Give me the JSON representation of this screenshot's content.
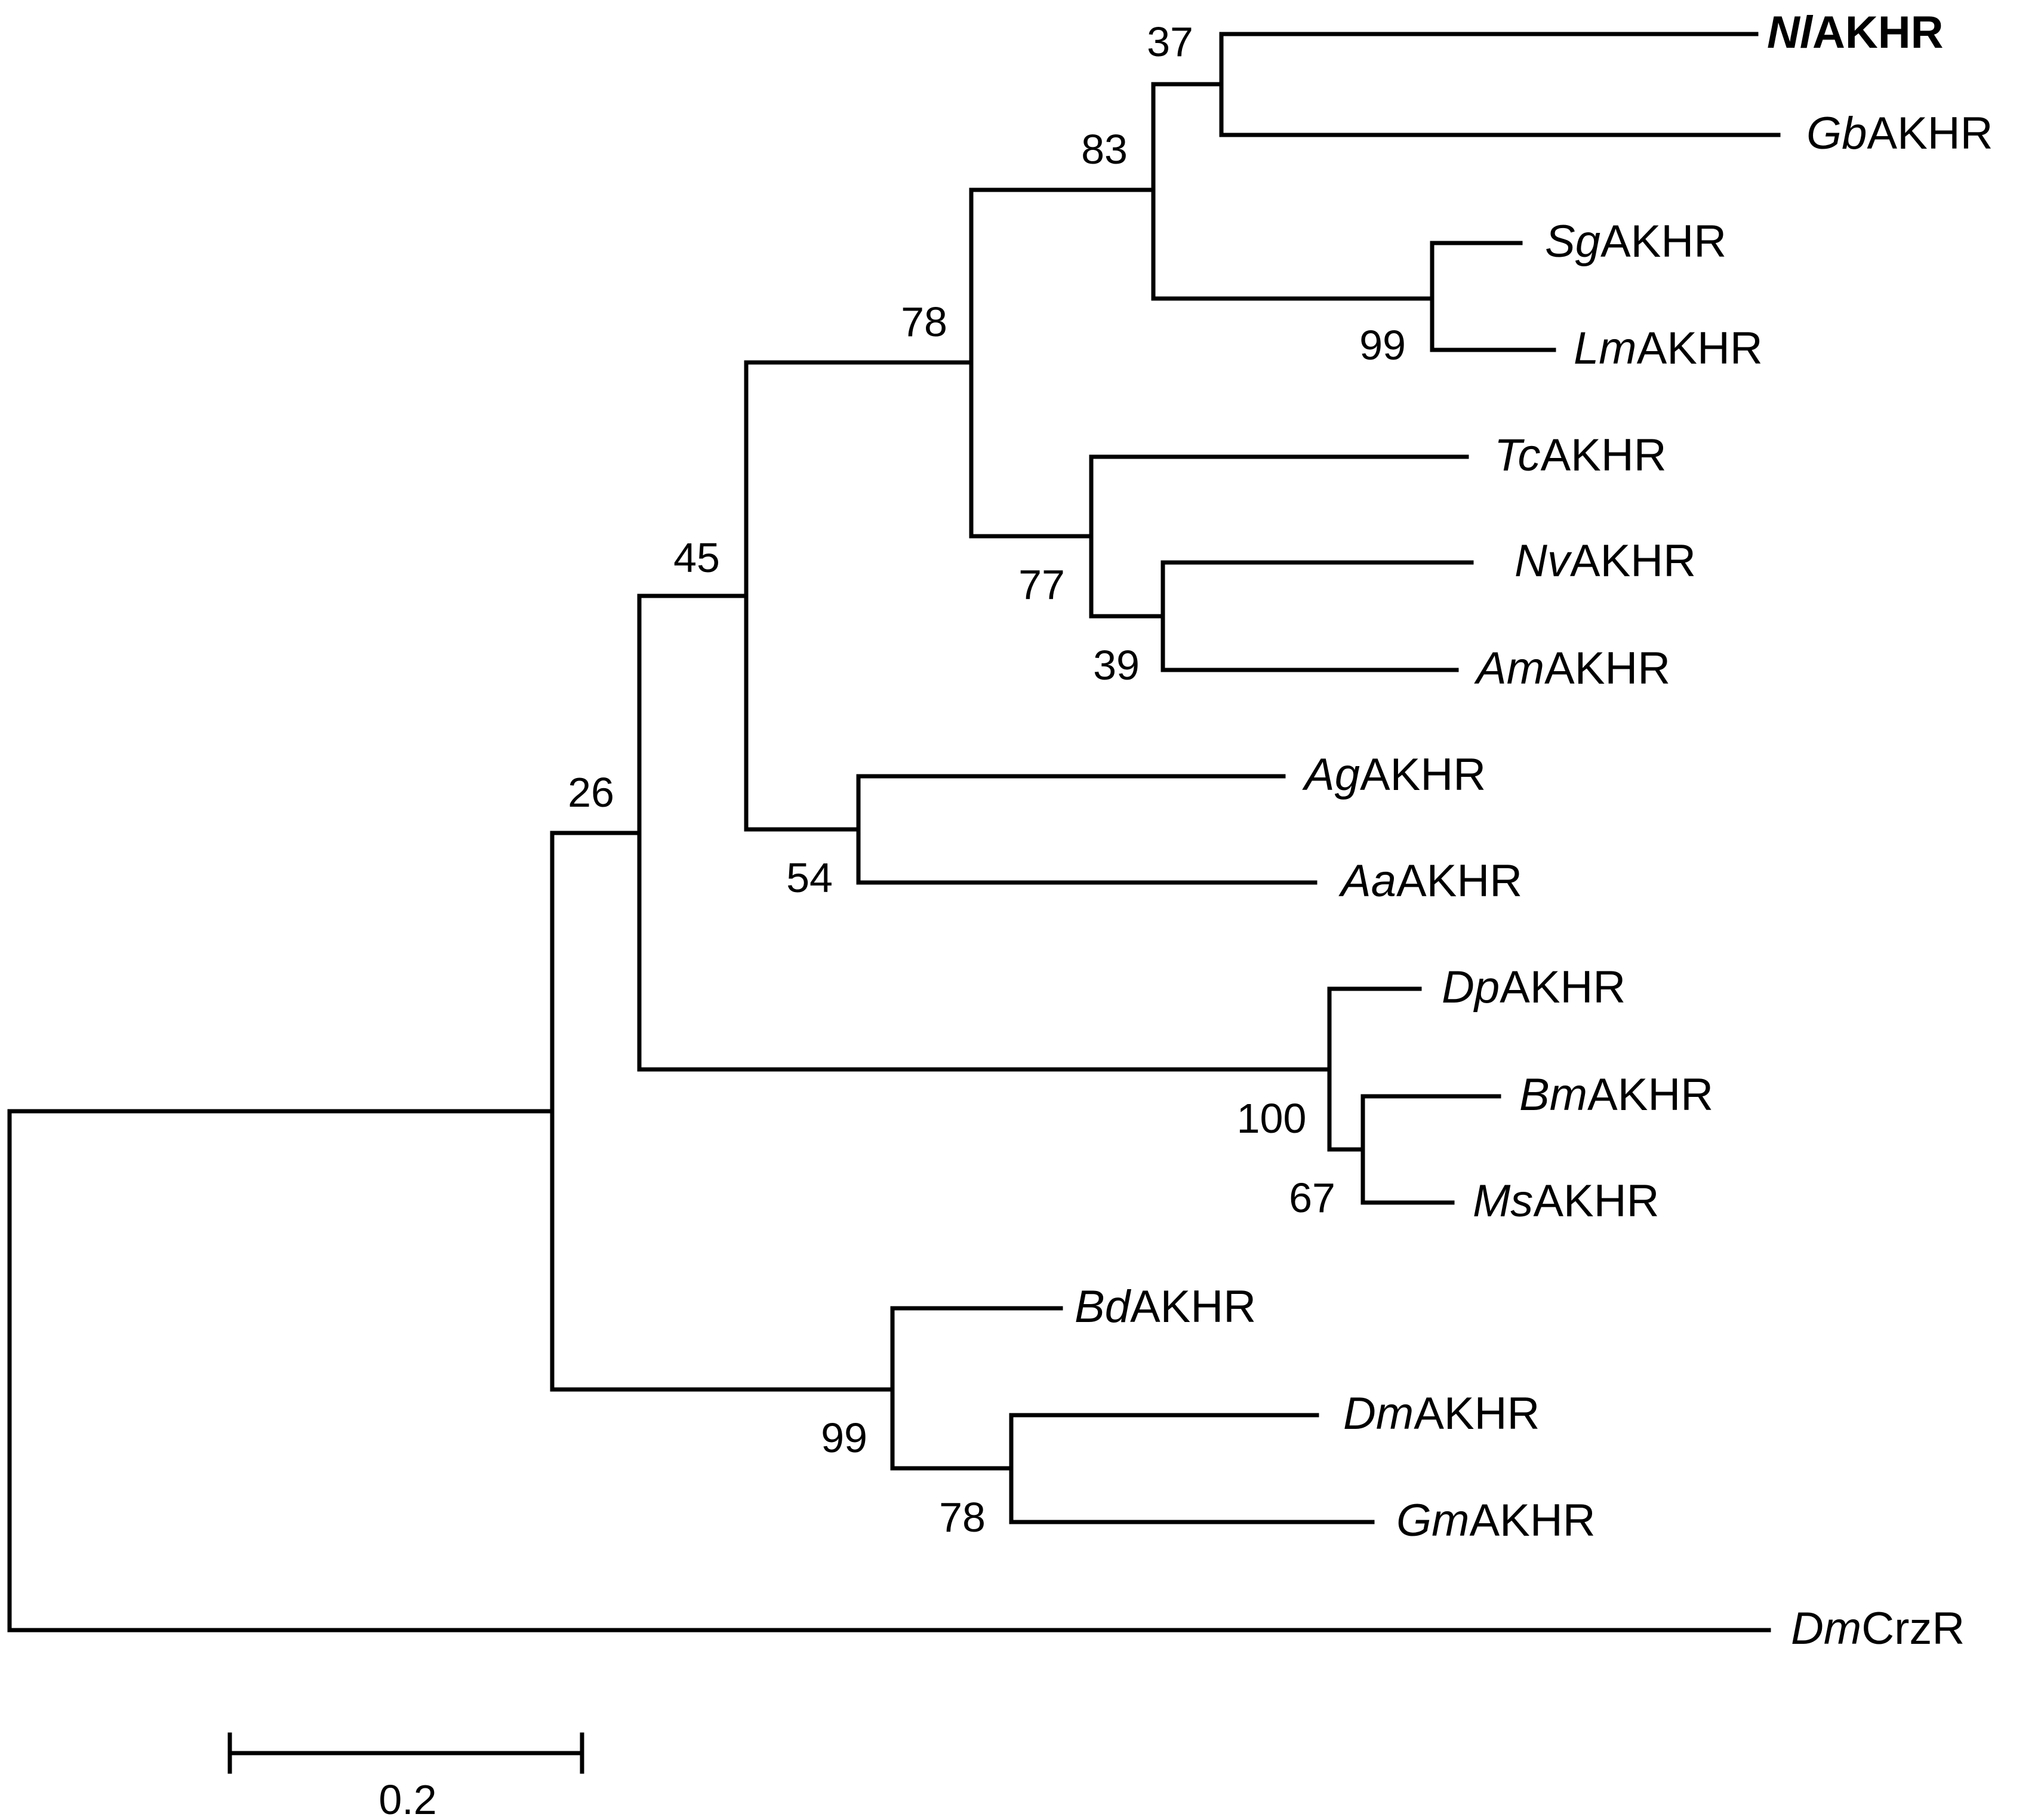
{
  "taxa": [
    {
      "id": "Nl",
      "species": "Nl",
      "gene": "AKHR",
      "highlight": true
    },
    {
      "id": "Gb",
      "species": "Gb",
      "gene": "AKHR"
    },
    {
      "id": "Sg",
      "species": "Sg",
      "gene": "AKHR"
    },
    {
      "id": "Lm",
      "species": "Lm",
      "gene": "AKHR"
    },
    {
      "id": "Tc",
      "species": "Tc",
      "gene": "AKHR"
    },
    {
      "id": "Nv",
      "species": "Nv",
      "gene": "AKHR"
    },
    {
      "id": "Am",
      "species": "Am",
      "gene": "AKHR"
    },
    {
      "id": "Ag",
      "species": "Ag",
      "gene": "AKHR"
    },
    {
      "id": "Aa",
      "species": "Aa",
      "gene": "AKHR"
    },
    {
      "id": "Dp",
      "species": "Dp",
      "gene": "AKHR"
    },
    {
      "id": "Bm",
      "species": "Bm",
      "gene": "AKHR"
    },
    {
      "id": "Ms",
      "species": "Ms",
      "gene": "AKHR"
    },
    {
      "id": "Bd",
      "species": "Bd",
      "gene": "AKHR"
    },
    {
      "id": "Dm",
      "species": "Dm",
      "gene": "AKHR"
    },
    {
      "id": "Gm",
      "species": "Gm",
      "gene": "AKHR"
    },
    {
      "id": "DmCrz",
      "species": "Dm",
      "gene": "CrzR"
    }
  ],
  "bootstrap": {
    "n_nl_gb": "37",
    "n_gb_locust": "83",
    "n_sg_lm": "99",
    "n_orthoptera_hym": "78",
    "n_tc_hym": "77",
    "n_nv_am": "39",
    "n_main": "45",
    "n_ag_aa": "54",
    "n_ins": "26",
    "n_dp_lep": "100",
    "n_bm_ms": "67",
    "n_bd_dip": "99",
    "n_dm_gm": "78"
  },
  "scale_bar": {
    "label": "0.2"
  }
}
